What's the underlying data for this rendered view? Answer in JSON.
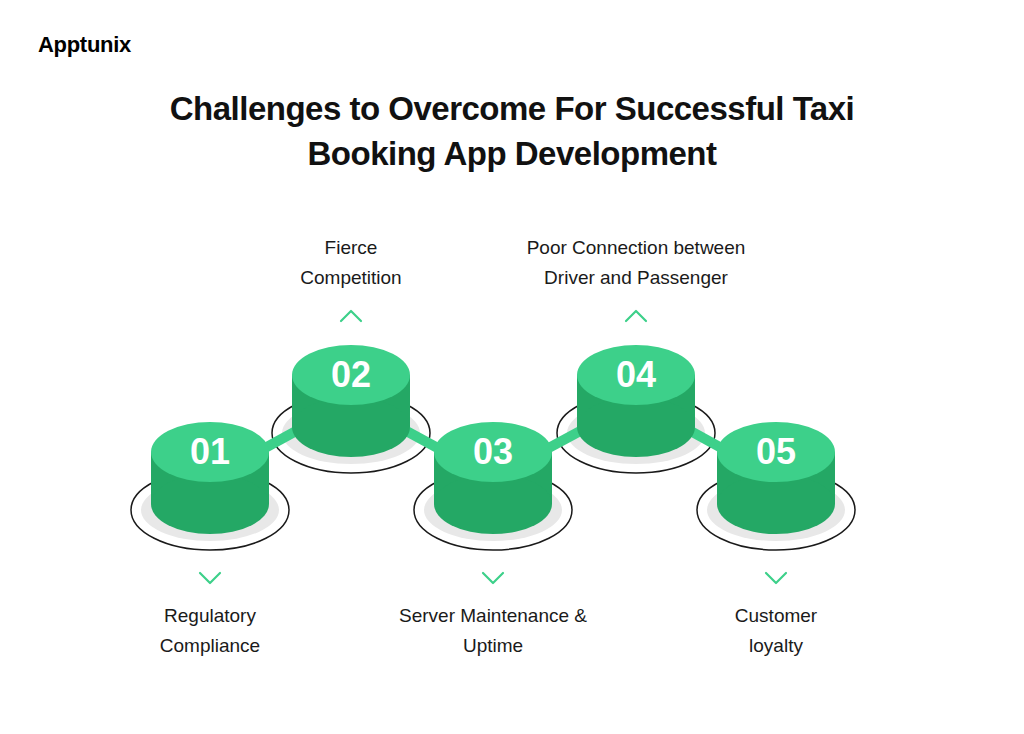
{
  "diagram": {
    "title": "Challenges to Overcome For Successful Taxi Booking App Development",
    "nodes": [
      {
        "text": [
          "01",
          "Regulatory Compliance"
        ]
      },
      {
        "text": [
          "02",
          "Fierce Competition"
        ]
      },
      {
        "text": [
          "03",
          "Server Maintenance & Uptime"
        ]
      },
      {
        "text": [
          "04",
          "Poor Connection between Driver and Passenger"
        ]
      },
      {
        "text": [
          "05",
          "Customer loyalty"
        ]
      }
    ],
    "edges": [
      {
        "from": 0,
        "to": 1,
        "arrow": "none"
      },
      {
        "from": 1,
        "to": 2,
        "arrow": "none"
      },
      {
        "from": 2,
        "to": 3,
        "arrow": "none"
      },
      {
        "from": 3,
        "to": 4,
        "arrow": "none"
      }
    ],
    "labels": [
      "Apptunix"
    ]
  }
}
